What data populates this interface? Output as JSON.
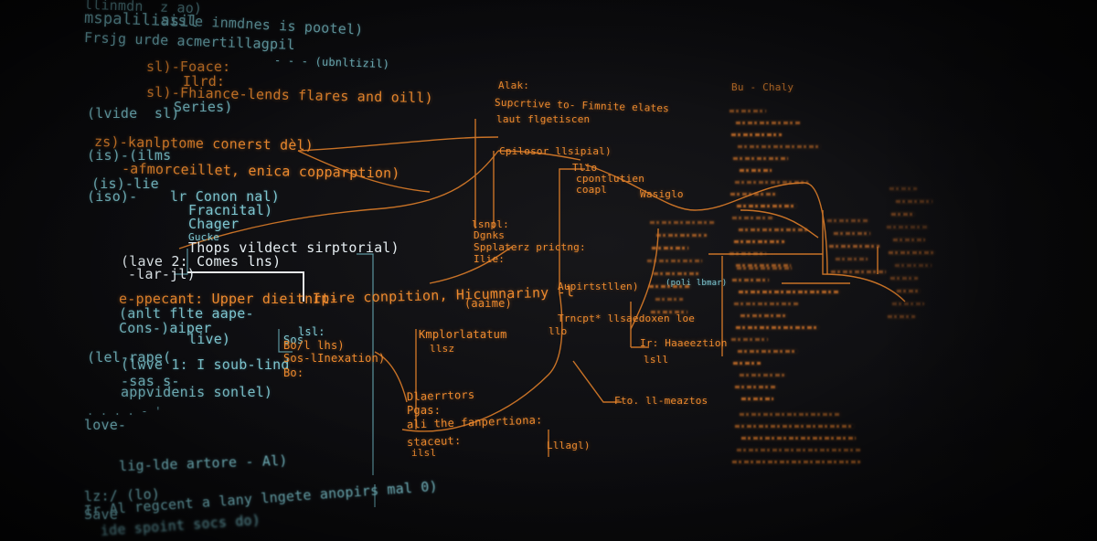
{
  "left_code": [
    "llinmdn  z ao)",
    "mspaliliasil",
    "sisle inmdnes is pootel)",
    "Frsjg urde acmertillagpil",
    "- - - (ubnltizil)",
    "sl)-Foace:",
    "Ilrd:",
    "sl)-Fhiance-lends flares and oill)",
    "(lvide  sl)",
    "Series)",
    "zs)-kanlptome conerst dèl)",
    "(is)-(ilms",
    "-afmorceillet, enica copparption)",
    "(is)-lie",
    "(iso)-",
    "lr Conon nal)",
    "Fracnital)",
    "Chager",
    "Gucke",
    "Thops vildect sirptorial)",
    "(lave 2: Comes lns)",
    "-lar-jl)",
    "e-ppecant: Upper dieitnrt-",
    "(anlt flte aape-",
    "Cons-)aiper",
    "live)",
    "(lel-rape(",
    "(lwve 1: I soub-lind",
    "-sas s-",
    "appvidenis sonlel)",
    ". . . . - '",
    "love-",
    "lig-lde artore - Al)",
    "lz:/ (lo)",
    "Save",
    "Ir Al regcent a lany lngete anopirs mal 0)",
    "ide spoint socs do)"
  ],
  "center_code": [
    "Ipire conpition, Hicumnariny -l",
    "(aaime)",
    "lsl:",
    "Sos",
    "Bo/l lhs)",
    "Sos-lInexation)",
    "Bo:",
    "Kmplorlatatum",
    "llsz",
    "Dlaerrtors",
    "Pgas:",
    "ali the fanpertiona:",
    "staceut:",
    "ilsl",
    "Alak:",
    "Supcrtive to- Fimnite elates",
    "laut flgetiscen",
    "Cpilosor llsipial)",
    "lsnpl:",
    "Dgnks",
    "Spplaterz prictng:",
    "Ilie:",
    "Aupirtstllen)",
    "Trncpt* llsaedoxen loe",
    "(poli lbmar)",
    "Tlio",
    "cpontlutien",
    "coapl",
    "Wasiglo",
    "Ir: Haaeeztion",
    "lsll",
    "llo",
    "Fto. ll-meaztos",
    "Lllagl)",
    "Bu - Chaly"
  ],
  "colors": {
    "background": "#0b0b0d",
    "code_teal": "#7fc7d1",
    "code_orange": "#ee8a2e",
    "highlight_white": "#e6eef2"
  }
}
